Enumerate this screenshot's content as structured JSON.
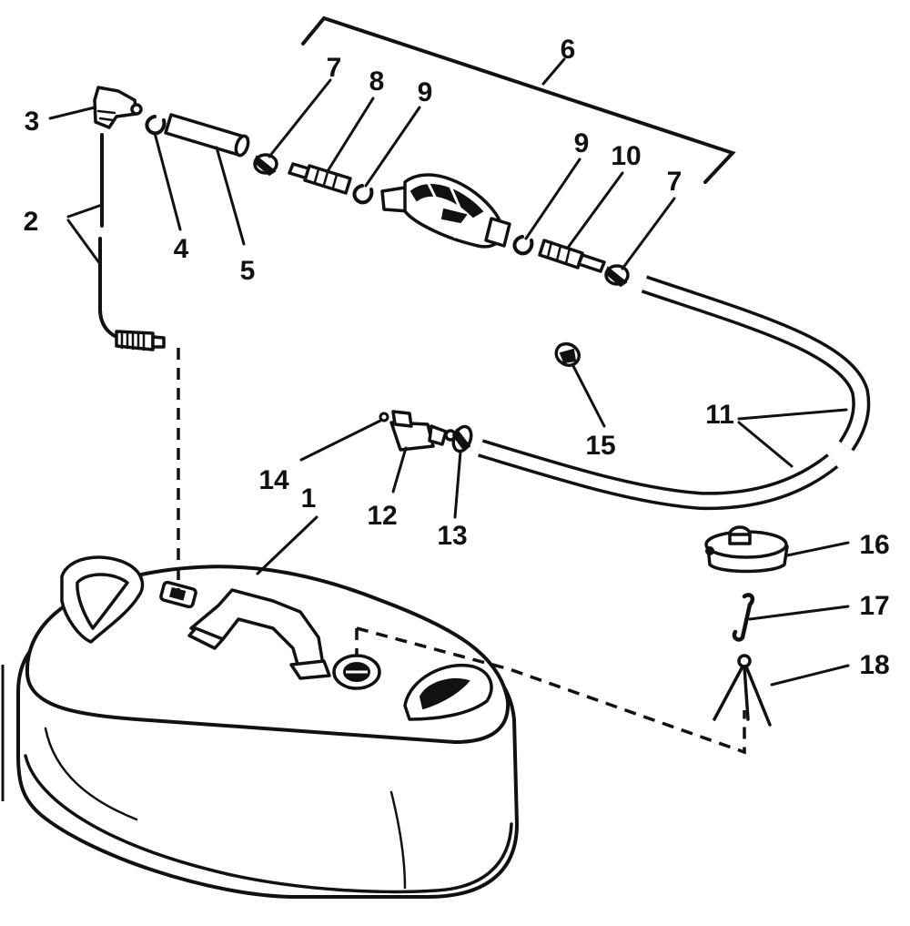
{
  "callouts": {
    "c1": "1",
    "c2": "2",
    "c3": "3",
    "c4": "4",
    "c5": "5",
    "c6": "6",
    "c7a": "7",
    "c7b": "7",
    "c8": "8",
    "c9a": "9",
    "c9b": "9",
    "c10": "10",
    "c11": "11",
    "c12": "12",
    "c13": "13",
    "c14": "14",
    "c15": "15",
    "c16": "16",
    "c17": "17",
    "c18": "18"
  },
  "colors": {
    "ink": "#111111",
    "paper": "#ffffff"
  }
}
